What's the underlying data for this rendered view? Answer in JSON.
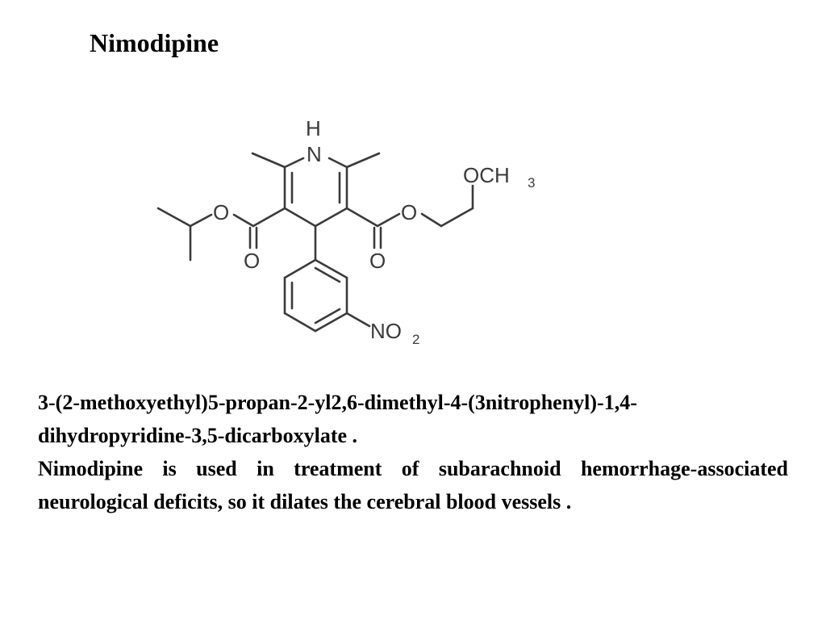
{
  "slide": {
    "title": "Nimodipine",
    "iupac_name": "3-(2-methoxyethyl)5-propan-2-yl2,6-dimethyl-4-(3nitrophenyl)-1,4-dihydropyridine-3,5-dicarboxylate .",
    "description": "Nimodipine is used in treatment of subarachnoid hemorrhage-associated neurological deficits, so it dilates the cerebral blood vessels ."
  },
  "structure_labels": {
    "h": "H",
    "n": "N",
    "o_ester_left": "O",
    "o_ester_right": "O",
    "o_carbonyl_left": "O",
    "o_carbonyl_right": "O",
    "och": "OCH",
    "ch3_sub": "3",
    "no": "NO",
    "no2_sub": "2"
  }
}
